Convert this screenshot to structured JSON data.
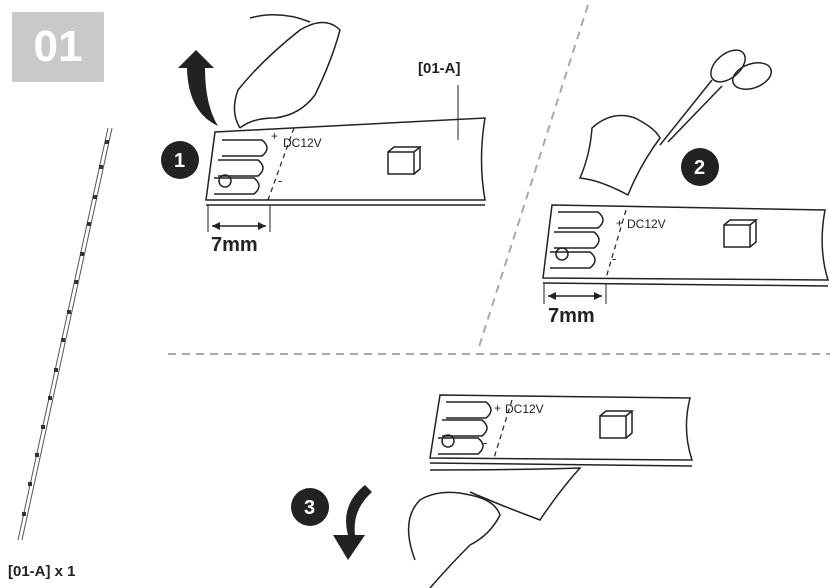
{
  "step": {
    "number": "01"
  },
  "parts": {
    "label": "[01-A] x 1"
  },
  "callout": {
    "label": "[01-A]"
  },
  "strip": {
    "voltage_label": "DC12V",
    "plus": "+",
    "minus": "-"
  },
  "badges": {
    "one": "1",
    "two": "2",
    "three": "3"
  },
  "measure": {
    "label_1": "7mm",
    "label_2": "7mm"
  }
}
